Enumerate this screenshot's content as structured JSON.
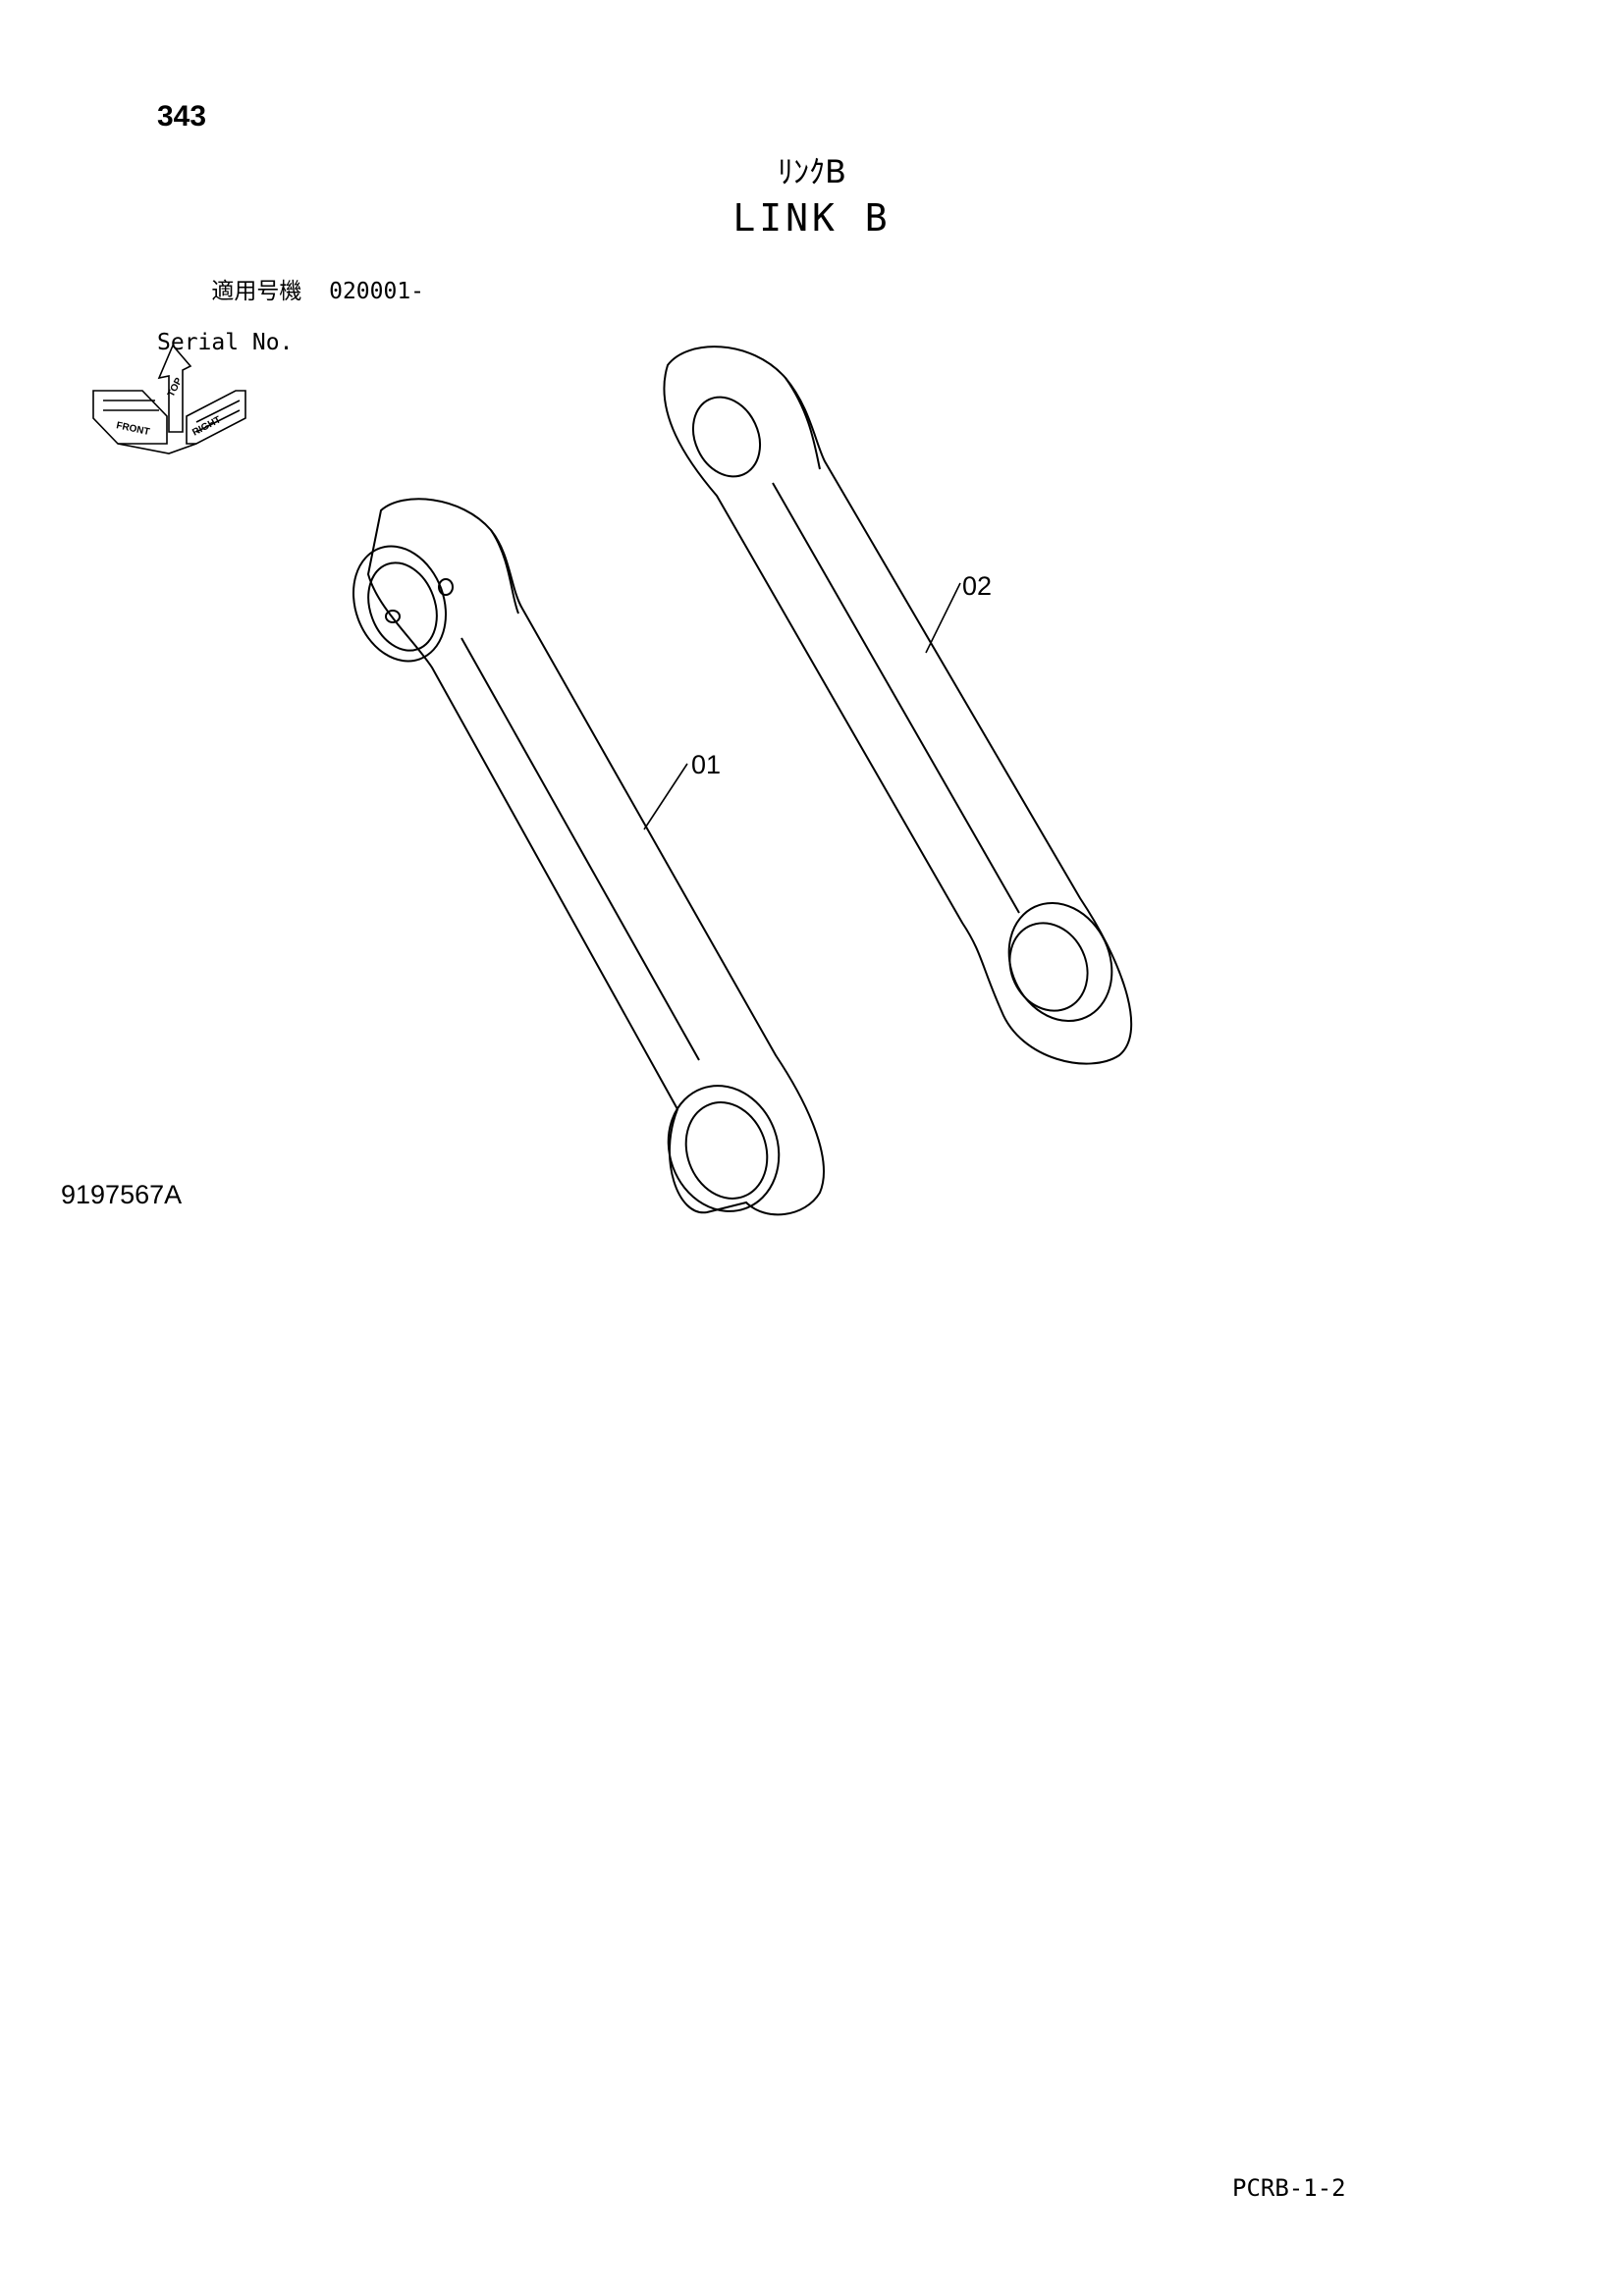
{
  "page_number": "343",
  "title": {
    "japanese": "ﾘﾝｸB",
    "english": "LINK B"
  },
  "serial": {
    "label_jp": "適用号機",
    "value": "020001-",
    "label_en": "Serial No."
  },
  "orientation_icon": {
    "icon": "orientation-cube-icon",
    "labels": [
      "FRONT",
      "RIGHT",
      "TOP"
    ]
  },
  "parts": [
    {
      "callout": "01",
      "name": "link-with-bosses"
    },
    {
      "callout": "02",
      "name": "flat-link-plate"
    }
  ],
  "drawing_number": "9197567A",
  "page_code": "PCRB-1-2"
}
